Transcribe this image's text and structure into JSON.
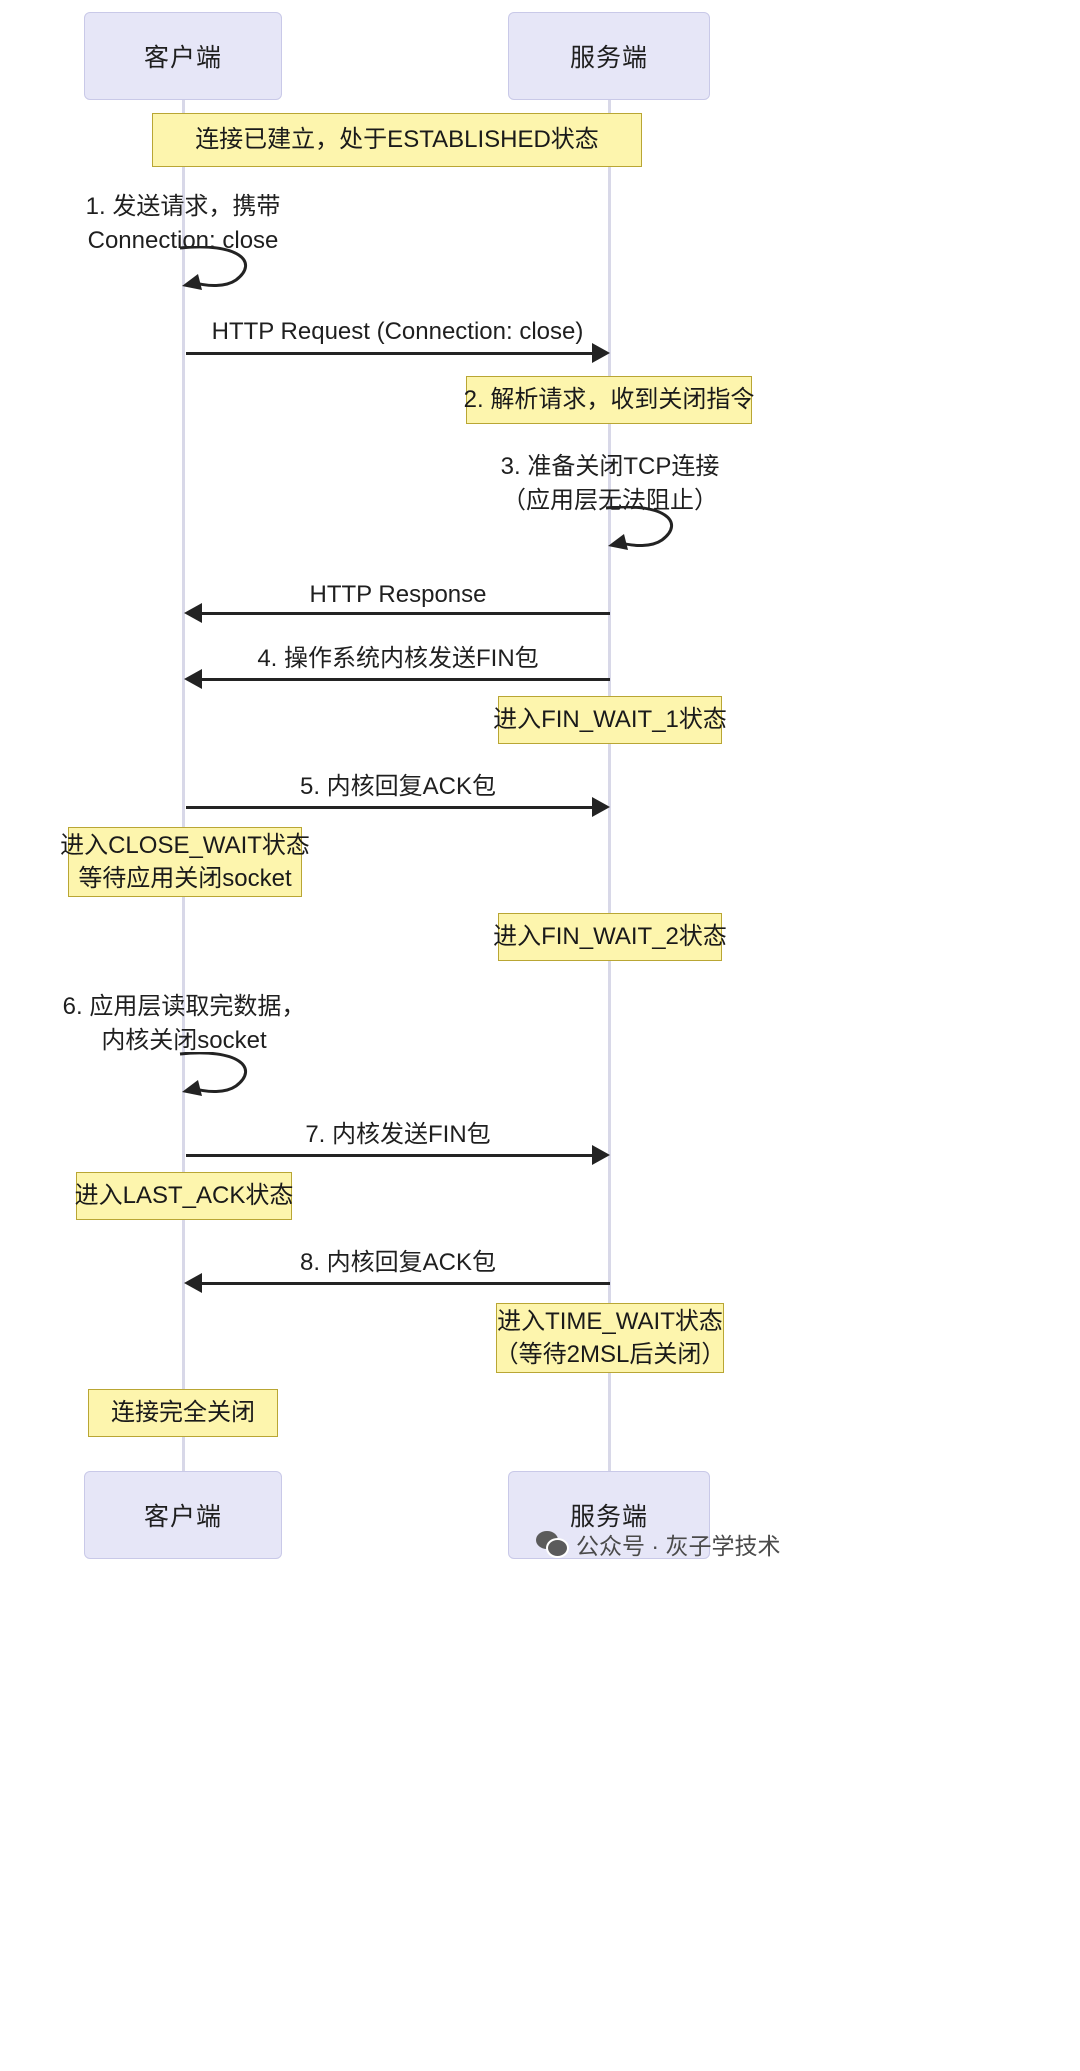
{
  "diagram": {
    "title_client": "客户端",
    "title_server": "服务端",
    "actors": [
      {
        "id": "client",
        "label": "客户端"
      },
      {
        "id": "server",
        "label": "服务端"
      }
    ],
    "notes": [
      {
        "id": "note-established",
        "lines": [
          "连接已建立，处于ESTABLISHED状态"
        ]
      },
      {
        "id": "note-parse-request",
        "lines": [
          "2. 解析请求，收到关闭指令"
        ]
      },
      {
        "id": "note-fin-wait-1",
        "lines": [
          "进入FIN_WAIT_1状态"
        ]
      },
      {
        "id": "note-close-wait",
        "lines": [
          "进入CLOSE_WAIT状态",
          "等待应用关闭socket"
        ]
      },
      {
        "id": "note-fin-wait-2",
        "lines": [
          "进入FIN_WAIT_2状态"
        ]
      },
      {
        "id": "note-last-ack",
        "lines": [
          "进入LAST_ACK状态"
        ]
      },
      {
        "id": "note-time-wait",
        "lines": [
          "进入TIME_WAIT状态",
          "（等待2MSL后关闭）"
        ]
      },
      {
        "id": "note-closed",
        "lines": [
          "连接完全关闭"
        ]
      }
    ],
    "messages": [
      {
        "id": "msg-1",
        "lines": [
          "1. 发送请求，携带",
          "Connection: close"
        ],
        "kind": "self",
        "from": "client",
        "to": "client"
      },
      {
        "id": "msg-2",
        "lines": [
          "HTTP Request (Connection: close)"
        ],
        "kind": "arrow",
        "from": "client",
        "to": "server",
        "direction": "right"
      },
      {
        "id": "msg-3",
        "lines": [
          "3. 准备关闭TCP连接",
          "（应用层无法阻止）"
        ],
        "kind": "self",
        "from": "server",
        "to": "server"
      },
      {
        "id": "msg-4",
        "lines": [
          "HTTP Response"
        ],
        "kind": "arrow",
        "from": "server",
        "to": "client",
        "direction": "left"
      },
      {
        "id": "msg-5",
        "lines": [
          "4. 操作系统内核发送FIN包"
        ],
        "kind": "arrow",
        "from": "server",
        "to": "client",
        "direction": "left"
      },
      {
        "id": "msg-6",
        "lines": [
          "5. 内核回复ACK包"
        ],
        "kind": "arrow",
        "from": "client",
        "to": "server",
        "direction": "right"
      },
      {
        "id": "msg-7",
        "lines": [
          "6. 应用层读取完数据，",
          "内核关闭socket"
        ],
        "kind": "self",
        "from": "client",
        "to": "client"
      },
      {
        "id": "msg-8",
        "lines": [
          "7. 内核发送FIN包"
        ],
        "kind": "arrow",
        "from": "client",
        "to": "server",
        "direction": "right"
      },
      {
        "id": "msg-9",
        "lines": [
          "8. 内核回复ACK包"
        ],
        "kind": "arrow",
        "from": "server",
        "to": "client",
        "direction": "left"
      }
    ],
    "watermark": {
      "icon": "wechat-icon",
      "text": "公众号 · 灰子学技术"
    },
    "colors": {
      "actor_fill": "#e6e6f7",
      "actor_border": "#c9c9e8",
      "note_fill": "#fdf5ad",
      "note_border": "#b9a634",
      "line": "#232323",
      "lifeline": "#d8d8e8"
    }
  }
}
